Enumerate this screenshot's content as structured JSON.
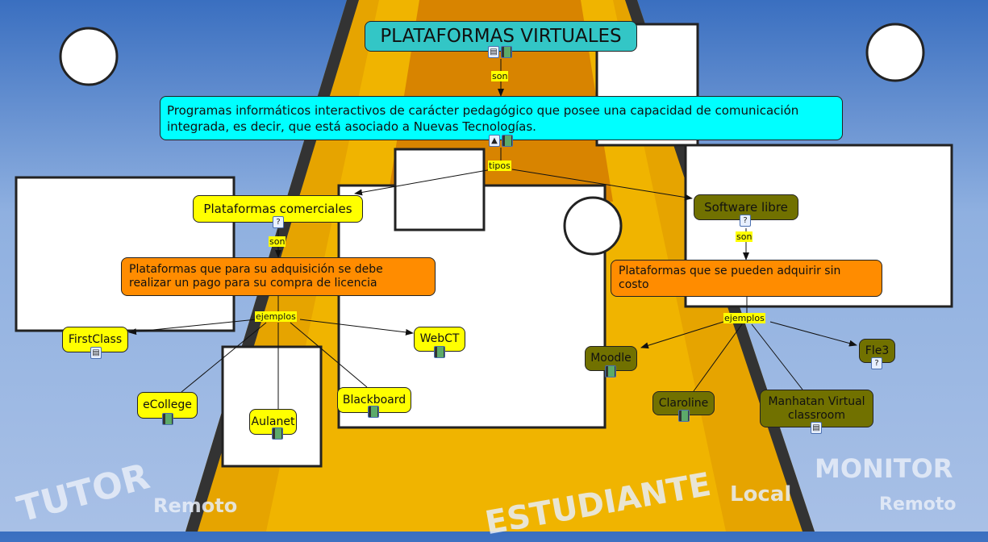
{
  "map": {
    "title": "PLATAFORMAS VIRTUALES",
    "definition": "Programas informáticos interactivos de carácter pedagógico que posee una capacidad de comunicación integrada, es decir, que está asociado a Nuevas Tecnologías.",
    "link_son": "son",
    "link_tipos": "tipos",
    "commercial": {
      "title": "Plataformas comerciales",
      "link": "son",
      "description": "Plataformas que para su adquisición se debe realizar un pago para su compra de licencia",
      "link_examples": "ejemplos",
      "examples": [
        "FirstClass",
        "WebCT",
        "eCollege",
        "Aulanet",
        "Blackboard"
      ]
    },
    "free": {
      "title": "Software libre",
      "link": "son",
      "description": "Plataformas que se pueden adquirir sin costo",
      "link_examples": "ejemplos",
      "examples": [
        "Moodle",
        "Fle3",
        "Claroline",
        "Manhatan Virtual classroom"
      ]
    }
  },
  "background": {
    "tutor": "TUTOR",
    "tutor_sub": "Remoto",
    "student": "ESTUDIANTE",
    "student_sub": "Local",
    "monitor": "MONITOR",
    "monitor_sub": "Remoto"
  },
  "colors": {
    "title": "#33c6c6",
    "definition": "#00ffff",
    "yellow": "#ffff00",
    "olive": "#717100",
    "orange": "#ff8c00"
  }
}
